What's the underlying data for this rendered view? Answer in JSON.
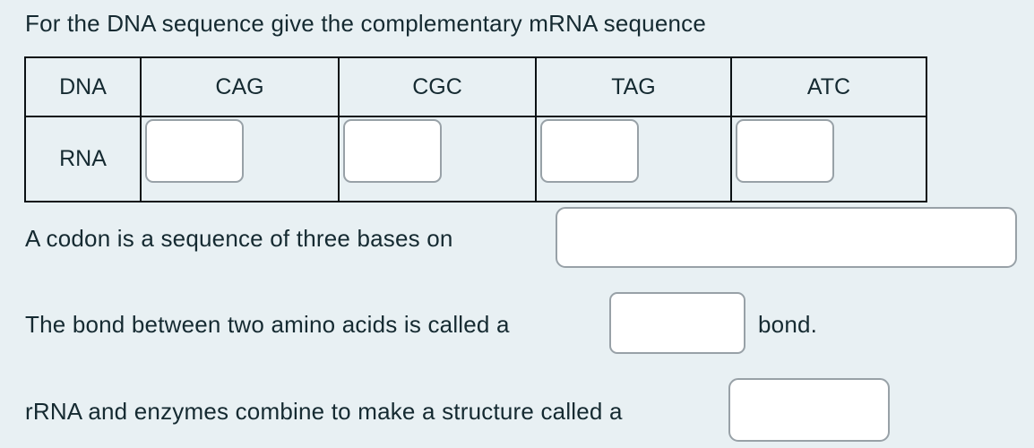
{
  "title": "For the DNA sequence give the complementary mRNA sequence",
  "colors": {
    "background": "#e8f0f3",
    "text": "#152a31",
    "table_border": "#0b1114",
    "blank_border": "#98a1a7",
    "blank_fill": "#ffffff"
  },
  "table": {
    "header": {
      "label": "DNA",
      "codons": [
        "CAG",
        "CGC",
        "TAG",
        "ATC"
      ]
    },
    "answer_row": {
      "label": "RNA",
      "inputs": [
        {
          "value": ""
        },
        {
          "value": ""
        },
        {
          "value": ""
        },
        {
          "value": ""
        }
      ]
    }
  },
  "questions": [
    {
      "prefix": "A codon is a sequence of three bases on",
      "suffix": "",
      "value": ""
    },
    {
      "prefix": "The bond between two amino acids is called a",
      "suffix": "bond.",
      "value": ""
    },
    {
      "prefix": "rRNA and enzymes combine to make a structure called a",
      "suffix": "",
      "value": ""
    }
  ]
}
